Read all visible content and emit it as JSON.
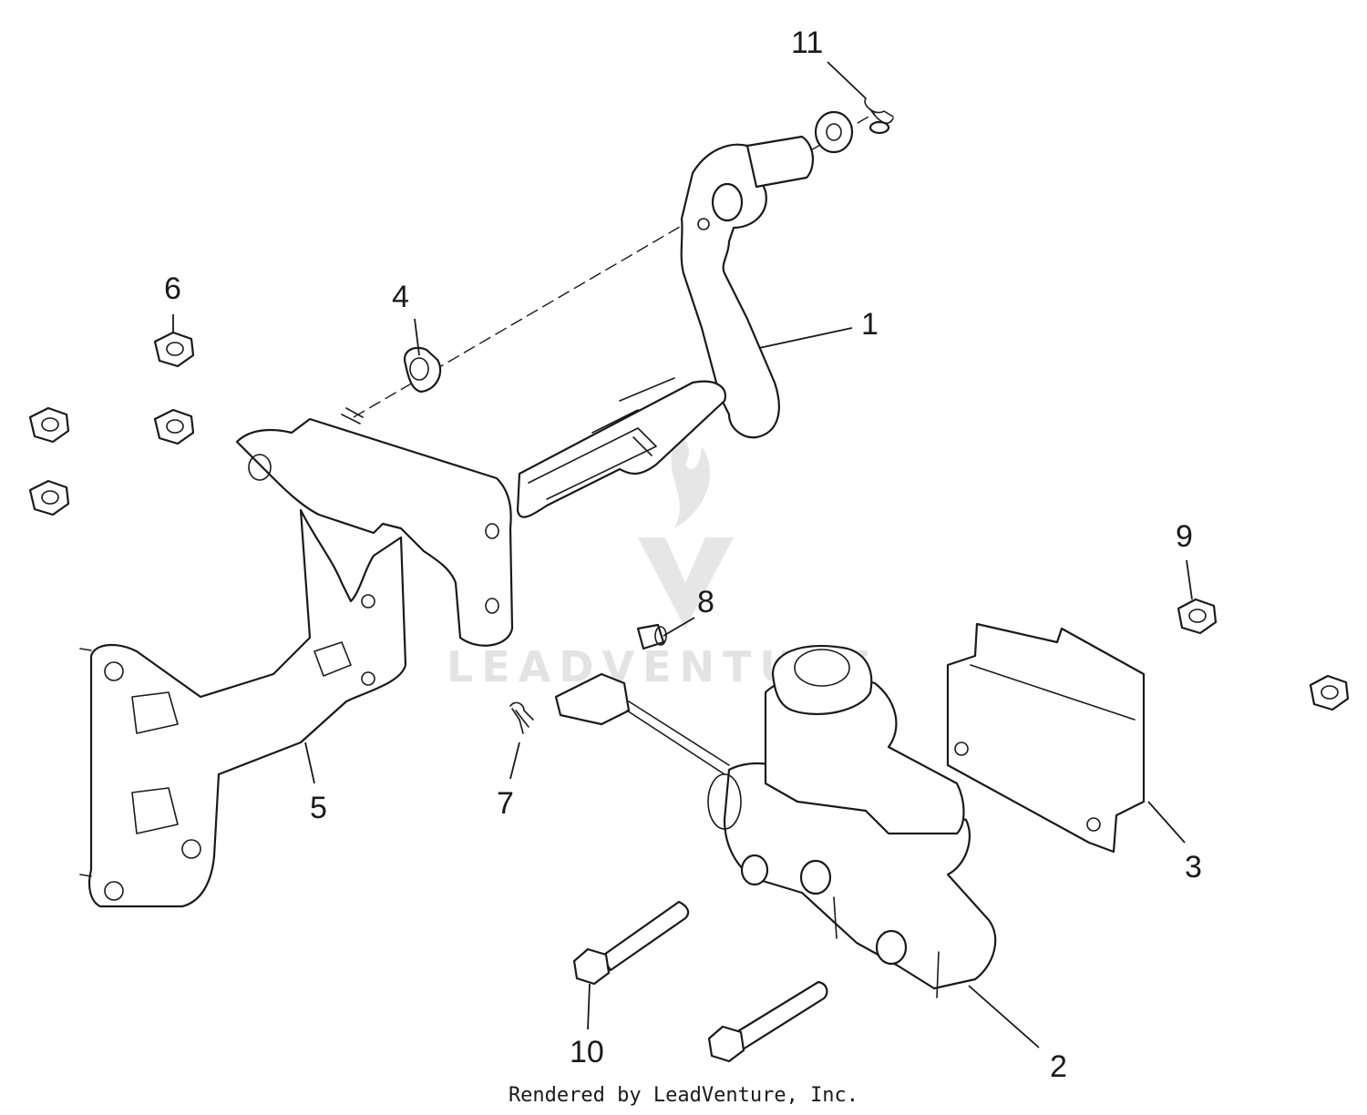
{
  "watermark": {
    "text": "LEADVENTURE"
  },
  "callouts": [
    {
      "id": "1",
      "label": "1"
    },
    {
      "id": "2",
      "label": "2"
    },
    {
      "id": "3",
      "label": "3"
    },
    {
      "id": "4",
      "label": "4"
    },
    {
      "id": "5",
      "label": "5"
    },
    {
      "id": "6",
      "label": "6"
    },
    {
      "id": "7",
      "label": "7"
    },
    {
      "id": "8",
      "label": "8"
    },
    {
      "id": "9",
      "label": "9"
    },
    {
      "id": "10",
      "label": "10"
    },
    {
      "id": "11",
      "label": "11"
    }
  ],
  "footer": {
    "text": "Rendered by LeadVenture, Inc."
  }
}
